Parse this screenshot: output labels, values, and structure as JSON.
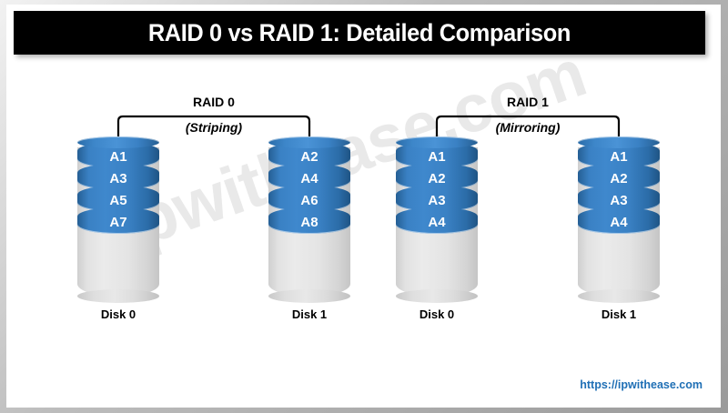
{
  "title": "RAID 0 vs RAID 1: Detailed Comparison",
  "watermark": "ipwithease.com",
  "footer": {
    "url": "https://ipwithease.com",
    "color": "#1f6fb5"
  },
  "colors": {
    "title_bar_bg": "#000000",
    "title_text": "#ffffff",
    "disk_blue": "#3a81c4",
    "disk_gray": "#e2e2e2",
    "watermark": "#e9e9e9",
    "frame": "#bdbdbd",
    "canvas": "#ffffff"
  },
  "groups": [
    {
      "name": "RAID 0",
      "mode": "(Striping)",
      "disks": [
        {
          "label": "Disk 0",
          "blocks": [
            "A1",
            "A3",
            "A5",
            "A7"
          ]
        },
        {
          "label": "Disk 1",
          "blocks": [
            "A2",
            "A4",
            "A6",
            "A8"
          ]
        }
      ]
    },
    {
      "name": "RAID 1",
      "mode": "(Mirroring)",
      "disks": [
        {
          "label": "Disk 0",
          "blocks": [
            "A1",
            "A2",
            "A3",
            "A4"
          ]
        },
        {
          "label": "Disk 1",
          "blocks": [
            "A1",
            "A2",
            "A3",
            "A4"
          ]
        }
      ]
    }
  ]
}
